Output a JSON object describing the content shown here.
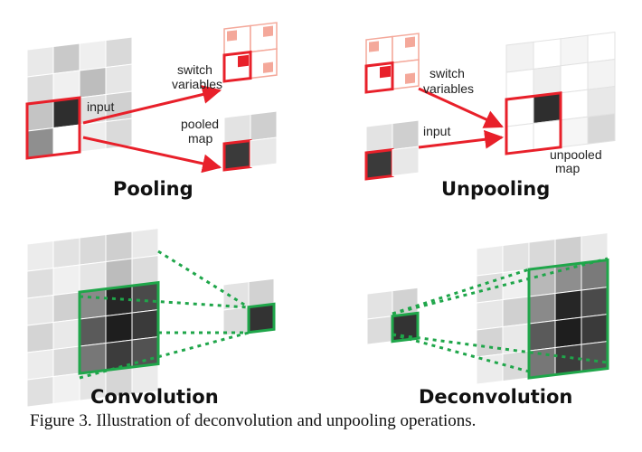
{
  "panels": {
    "pooling": {
      "title": "Pooling",
      "label_input": "input",
      "label_switch_line1": "switch",
      "label_switch_line2": "variables",
      "label_pooled_line1": "pooled",
      "label_pooled_line2": "map"
    },
    "unpooling": {
      "title": "Unpooling",
      "label_switch_line1": "switch",
      "label_switch_line2": "variables",
      "label_input": "input",
      "label_unpooled_line1": "unpooled",
      "label_unpooled_line2": "map"
    },
    "convolution": {
      "title": "Convolution"
    },
    "deconvolution": {
      "title": "Deconvolution"
    }
  },
  "caption": "Figure 3. Illustration of deconvolution and unpooling operations.",
  "colors": {
    "red": "#e8202a",
    "pink": "#f4a89a",
    "green": "#1fa64a",
    "dark": "#333333"
  }
}
